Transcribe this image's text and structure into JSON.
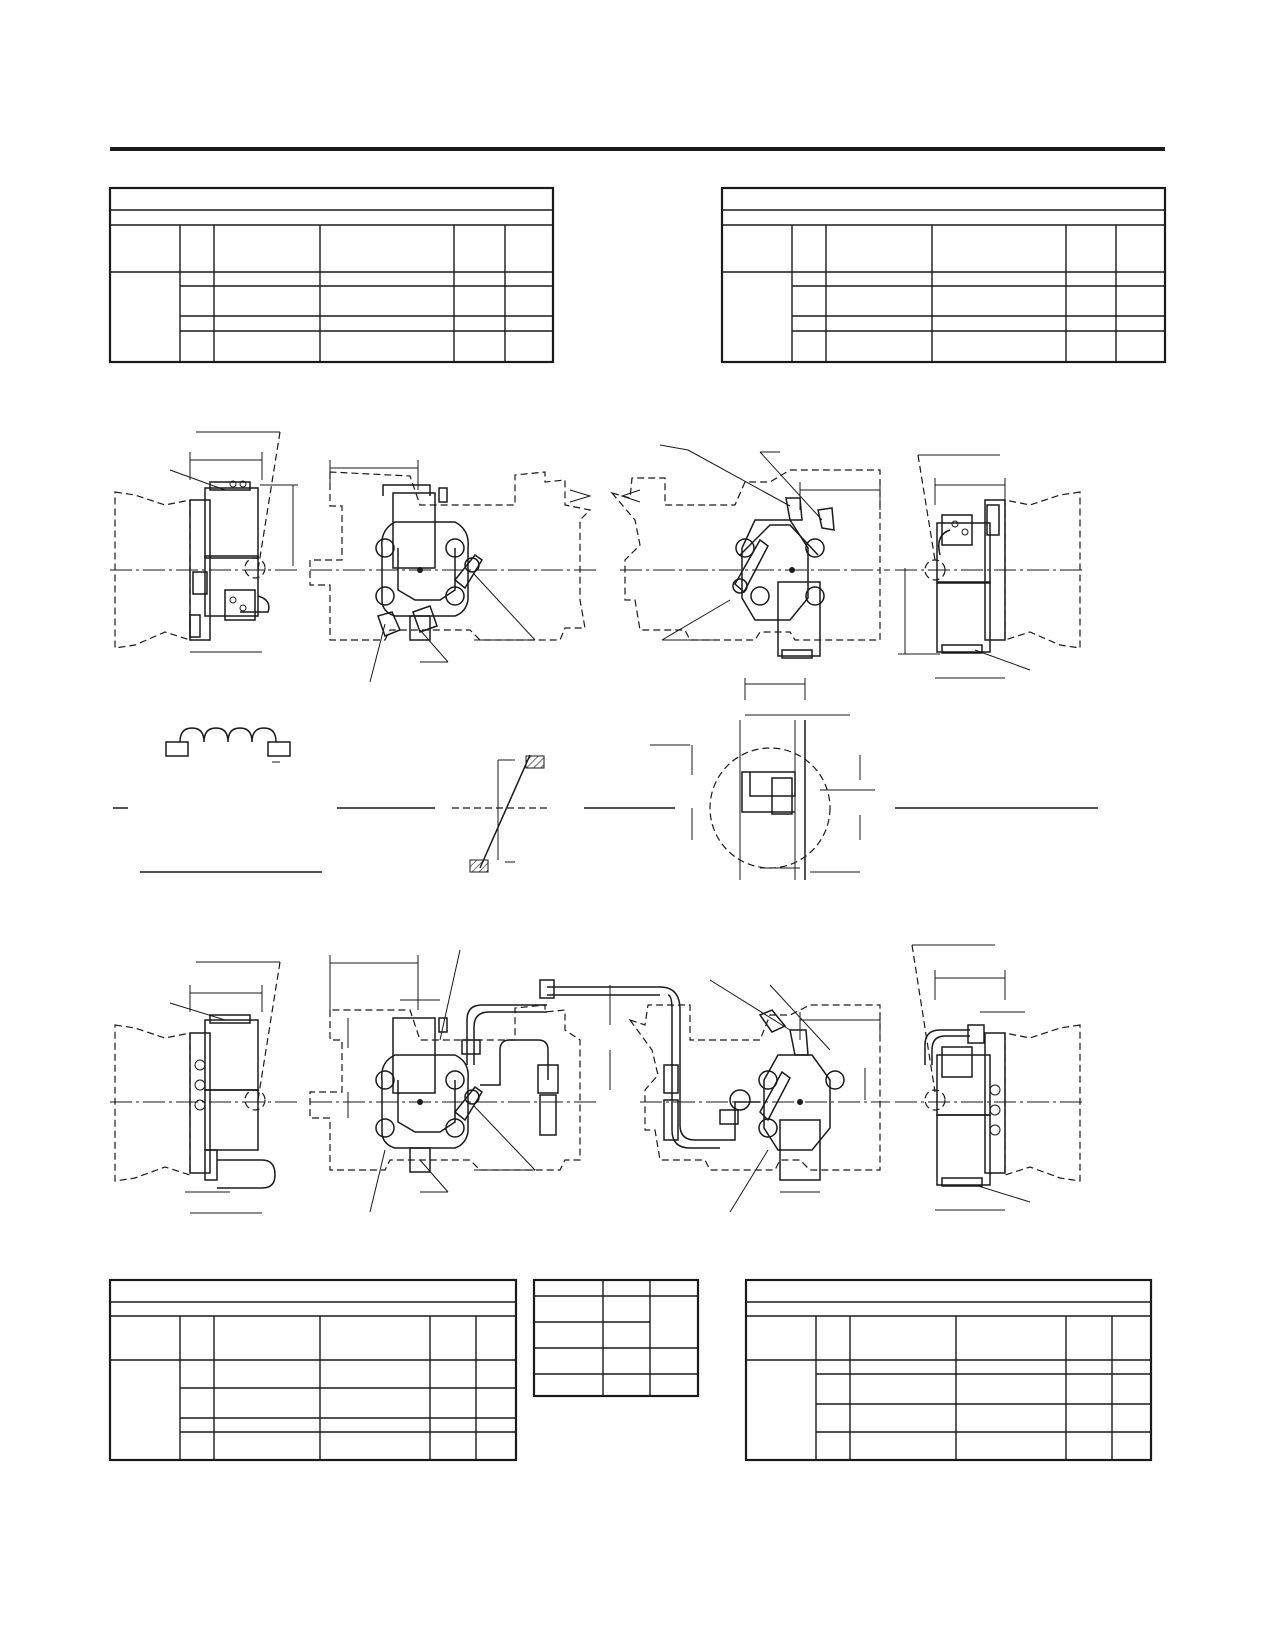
{
  "page": {
    "background": "#ffffff",
    "ink": "#1a1a1a"
  },
  "tables": {
    "top_left": {
      "rows": 6
    },
    "top_right": {
      "rows": 6
    },
    "bottom_left": {
      "rows": 7
    },
    "bottom_center": {
      "rows": 5
    },
    "bottom_right": {
      "rows": 7
    }
  },
  "views": {
    "upper_row": [
      "side-view-left",
      "front-view-left",
      "front-view-right",
      "side-view-right"
    ],
    "detail_row": [
      "coil-detail",
      "flange-detail",
      "step-detail",
      "port-detail"
    ],
    "lower_row": [
      "side-view-left",
      "front-view-left-piped",
      "front-view-right-piped",
      "side-view-right"
    ]
  }
}
